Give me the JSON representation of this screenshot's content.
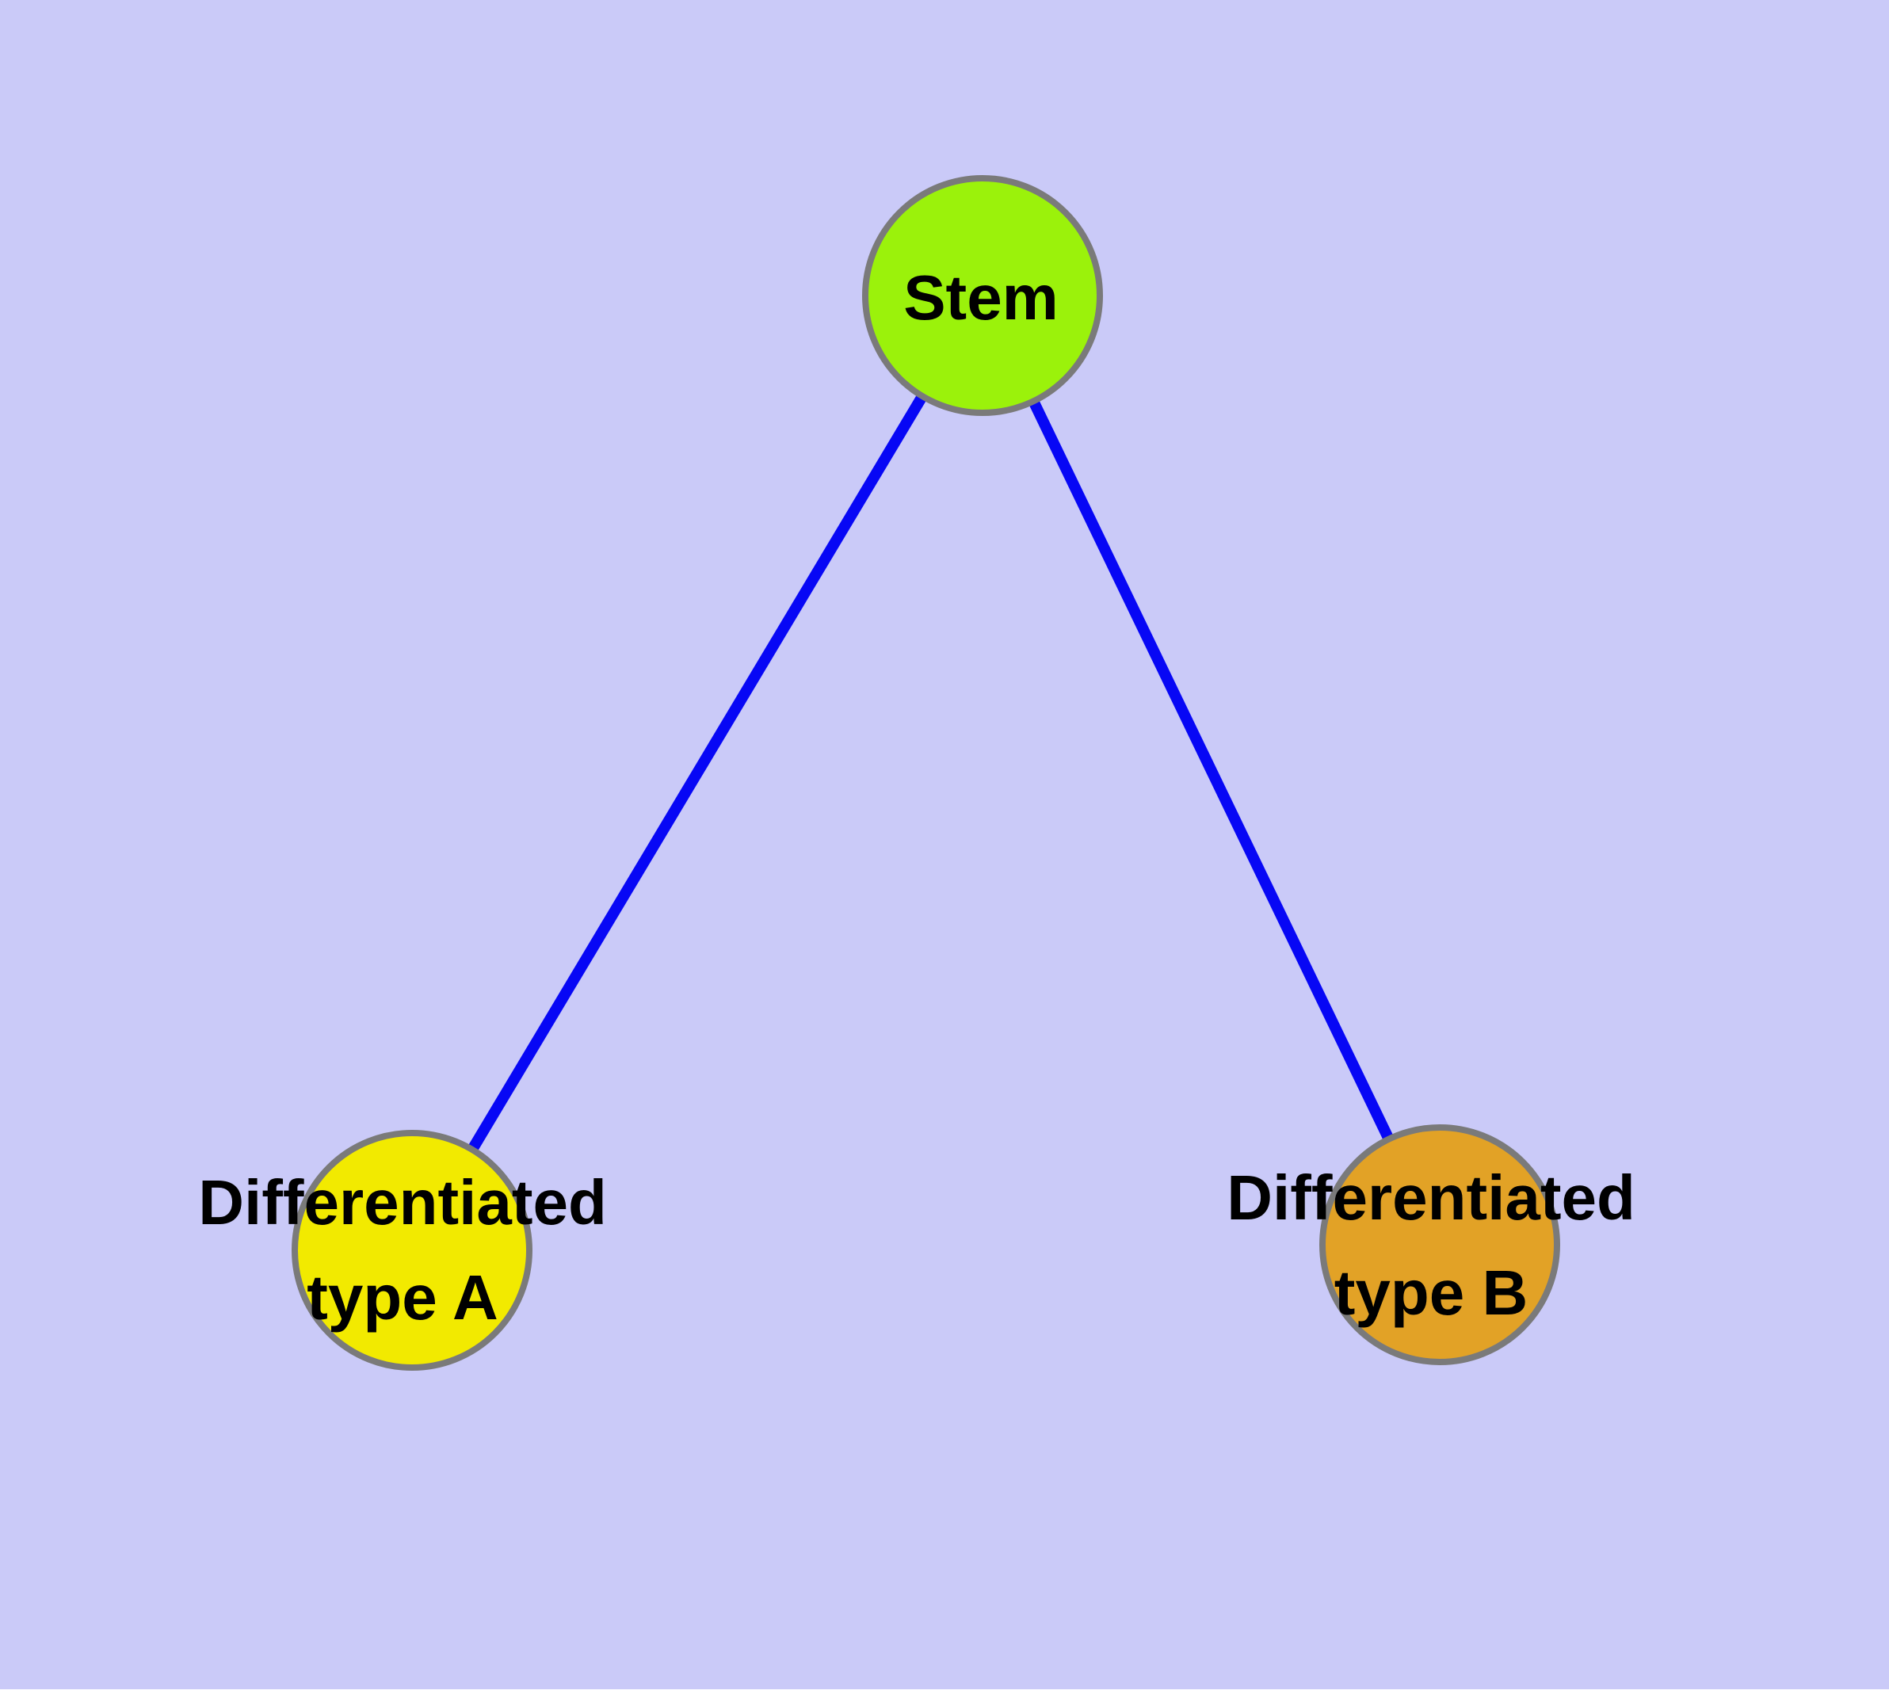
{
  "diagram": {
    "background_color": "#CACAF8",
    "node_border_color": "#7A7A7A",
    "edge_color": "#0707F5",
    "label_color": "#000000",
    "nodes": [
      {
        "id": "stem",
        "label": "Stem",
        "lines": [
          "Stem"
        ],
        "color": "#9BF20B"
      },
      {
        "id": "type-a",
        "label": "Differentiated type A",
        "lines": [
          "Differentiated",
          "type A"
        ],
        "color": "#F2EA00"
      },
      {
        "id": "type-b",
        "label": "Differentiated type B",
        "lines": [
          "Differentiated",
          "type B"
        ],
        "color": "#E2A226"
      }
    ],
    "edges": [
      {
        "from": "Stem",
        "to": "Differentiated type A"
      },
      {
        "from": "Stem",
        "to": "Differentiated type B"
      }
    ]
  }
}
